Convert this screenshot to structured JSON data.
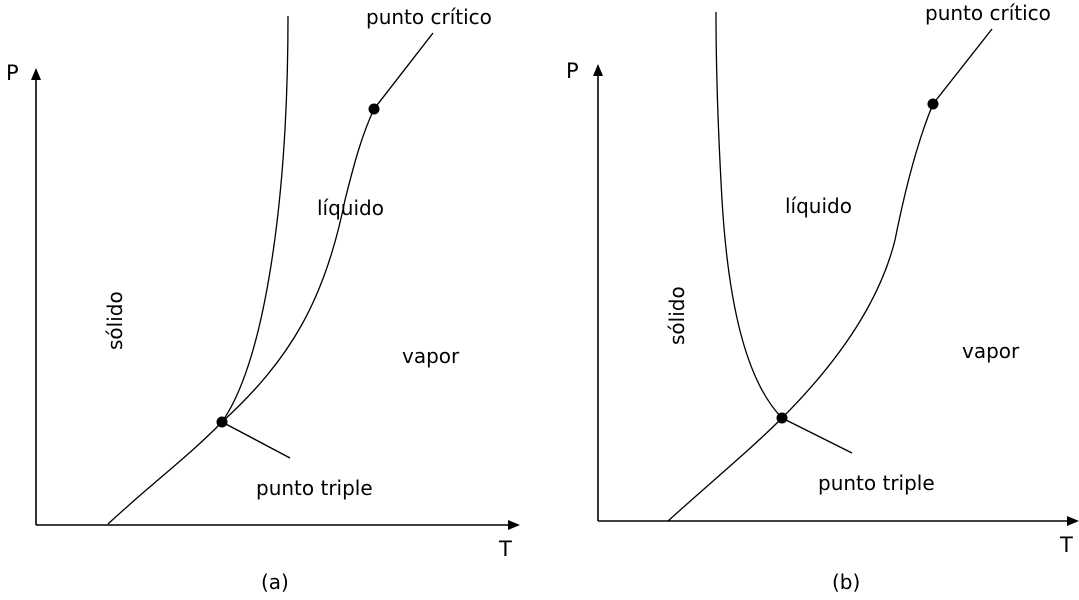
{
  "diagrams": [
    {
      "caption": "(a)",
      "y_axis": "P",
      "x_axis": "T",
      "regions": {
        "solid": "sólido",
        "liquid": "líquido",
        "vapor": "vapor"
      },
      "critical_point": "punto crítico",
      "triple_point": "punto triple"
    },
    {
      "caption": "(b)",
      "y_axis": "P",
      "x_axis": "T",
      "regions": {
        "solid": "sólido",
        "liquid": "líquido",
        "vapor": "vapor"
      },
      "critical_point": "punto crítico",
      "triple_point": "punto triple"
    }
  ]
}
